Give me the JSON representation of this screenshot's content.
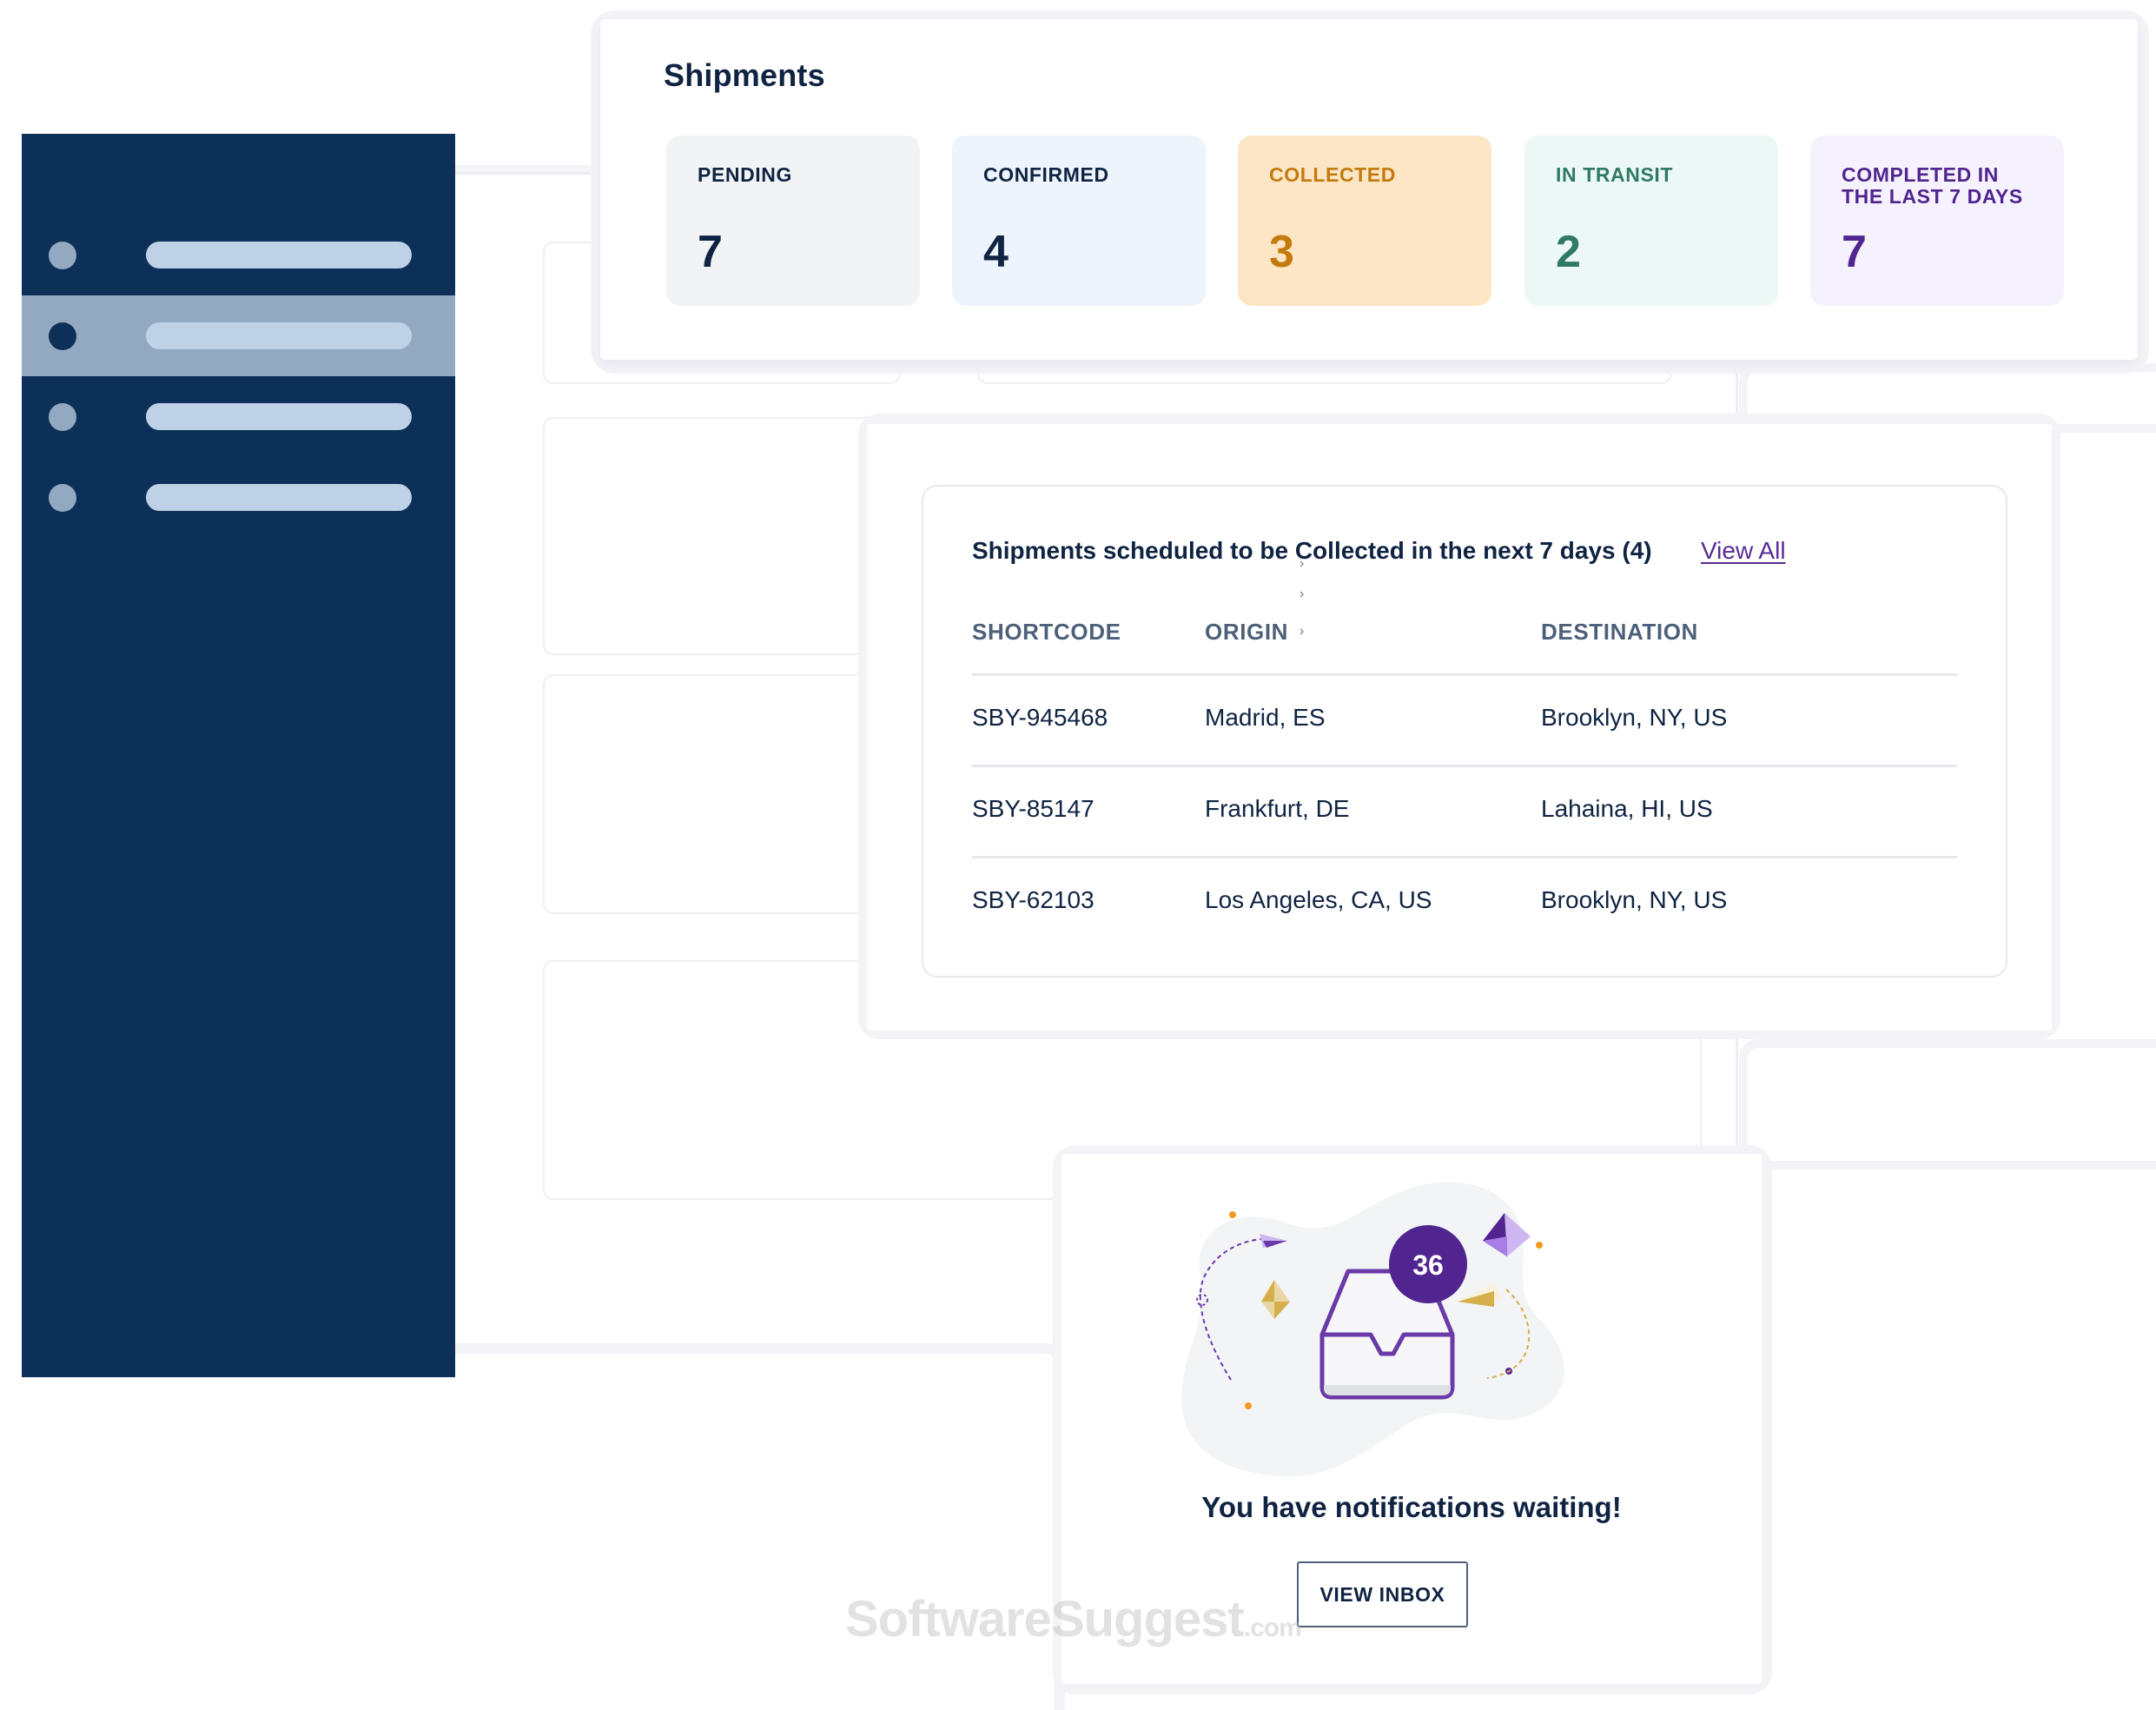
{
  "sidebar": {
    "items": [
      {
        "id": "nav-1",
        "active": false
      },
      {
        "id": "nav-2",
        "active": true
      },
      {
        "id": "nav-3",
        "active": false
      },
      {
        "id": "nav-4",
        "active": false
      }
    ]
  },
  "shipments": {
    "title": "Shipments",
    "stats": [
      {
        "label": "PENDING",
        "value": "7",
        "bg": "#f2f3f5",
        "color": "#0f2342"
      },
      {
        "label": "CONFIRMED",
        "value": "4",
        "bg": "#eef4fc",
        "color": "#0f2342"
      },
      {
        "label": "COLLECTED",
        "value": "3",
        "bg": "#fde6c6",
        "color": "#c47a0c"
      },
      {
        "label": "IN TRANSIT",
        "value": "2",
        "bg": "#ecf8f5",
        "color": "#2f7a62"
      },
      {
        "label": "COMPLETED IN THE LAST 7 DAYS",
        "value": "7",
        "bg": "#f5f2fd",
        "color": "#51258f"
      }
    ]
  },
  "collection": {
    "heading": "Shipments scheduled to be Collected in the next 7 days (4)",
    "view_all": "View All",
    "artifact_glyph": "›",
    "columns": [
      "SHORTCODE",
      "ORIGIN",
      "DESTINATION"
    ],
    "rows": [
      {
        "shortcode": "SBY-945468",
        "origin": "Madrid, ES",
        "destination": "Brooklyn, NY, US"
      },
      {
        "shortcode": "SBY-85147",
        "origin": "Frankfurt, DE",
        "destination": "Lahaina, HI, US"
      },
      {
        "shortcode": "SBY-62103",
        "origin": "Los Angeles, CA, US",
        "destination": "Brooklyn, NY, US"
      }
    ]
  },
  "notifications": {
    "count": "36",
    "title": "You have notifications waiting!",
    "button": "VIEW INBOX"
  },
  "watermark": {
    "text": "SoftwareSuggest",
    "suffix": ".com"
  },
  "colors": {
    "sidebar": "#0c3057",
    "sidebar_active": "#93a9c1",
    "sidebar_bar": "#bed1e6",
    "text_primary": "#0f2342",
    "table_header": "#4e6079",
    "link": "#5a2a96",
    "badge": "#51258f"
  }
}
